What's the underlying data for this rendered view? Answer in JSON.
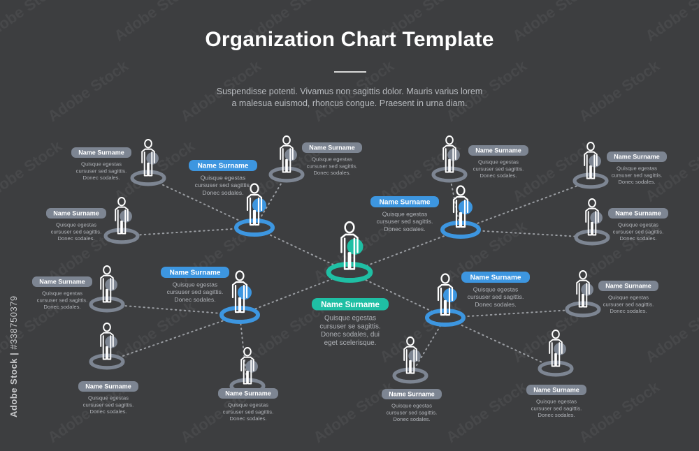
{
  "title": "Organization Chart Template",
  "subtitle_line1": "Suspendisse potenti. Vivamus non sagittis dolor. Mauris varius lorem",
  "subtitle_line2": "a malesua euismod, rhoncus congue. Praesent in urna diam.",
  "watermark": "Adobe Stock",
  "stock_id": "#338750379",
  "colors": {
    "background": "#3d3e40",
    "root": "#1fbfa4",
    "manager": "#3d96e0",
    "member": "#7d8592",
    "line": "#9a9da2"
  },
  "root": {
    "name": "Name Surname",
    "desc": [
      "Quisque egestas",
      "cursuser se sagittis.",
      "Donec sodales, dui",
      "eget scelerisque."
    ]
  },
  "managers": [
    {
      "name": "Name Surname",
      "desc": [
        "Quisque egestas",
        "cursuser sed sagittis.",
        "Donec sodales."
      ]
    },
    {
      "name": "Name Surname",
      "desc": [
        "Quisque egestas",
        "cursuser sed sagittis.",
        "Donec sodales."
      ]
    },
    {
      "name": "Name Surname",
      "desc": [
        "Quisque egestas",
        "cursuser sed sagittis.",
        "Donec sodales."
      ]
    },
    {
      "name": "Name Surname",
      "desc": [
        "Quisque egestas",
        "cursuser sed sagittis.",
        "Donec sodales."
      ]
    }
  ],
  "members": [
    {
      "name": "Name Surname",
      "desc": [
        "Quisque egestas",
        "cursuser sed sagittis.",
        "Donec sodales."
      ]
    },
    {
      "name": "Name Surname",
      "desc": [
        "Quisque egestas",
        "cursuser sed sagittis.",
        "Donec sodales."
      ]
    },
    {
      "name": "Name Surname",
      "desc": [
        "Quisque egestas",
        "cursuser sed sagittis.",
        "Donec sodales."
      ]
    },
    {
      "name": "Name Surname",
      "desc": [
        "Quisque egestas",
        "cursuser sed sagittis.",
        "Donec sodales."
      ]
    },
    {
      "name": "Name Surname",
      "desc": [
        "Quisque egestas",
        "cursuser sed sagittis.",
        "Donec sodales."
      ]
    },
    {
      "name": "Name Surname",
      "desc": [
        "Quisque egestas",
        "cursuser sed sagittis.",
        "Donec sodales."
      ]
    },
    {
      "name": "Name Surname",
      "desc": [
        "Quisque egestas",
        "cursuser sed sagittis.",
        "Donec sodales."
      ]
    },
    {
      "name": "Name Surname",
      "desc": [
        "Quisque egestas",
        "cursuser sed sagittis.",
        "Donec sodales."
      ]
    },
    {
      "name": "Name Surname",
      "desc": [
        "Quisque egestas",
        "cursuser sed sagittis.",
        "Donec sodales."
      ]
    },
    {
      "name": "Name Surname",
      "desc": [
        "Quisque egestas",
        "cursuser sed sagittis.",
        "Donec sodales."
      ]
    },
    {
      "name": "Name Surname",
      "desc": [
        "Quisque egestas",
        "cursuser sed sagittis.",
        "Donec sodales."
      ]
    },
    {
      "name": "Name Surname",
      "desc": [
        "Quisque egestas",
        "cursuser sed sagittis.",
        "Donec sodales."
      ]
    }
  ]
}
